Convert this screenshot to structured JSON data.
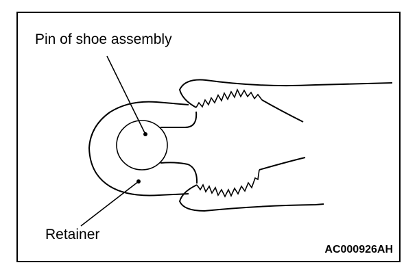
{
  "labels": {
    "pin": "Pin of shoe assembly",
    "retainer": "Retainer"
  },
  "figure_code": "AC000926AH",
  "colors": {
    "line": "#000000",
    "background": "#ffffff"
  }
}
